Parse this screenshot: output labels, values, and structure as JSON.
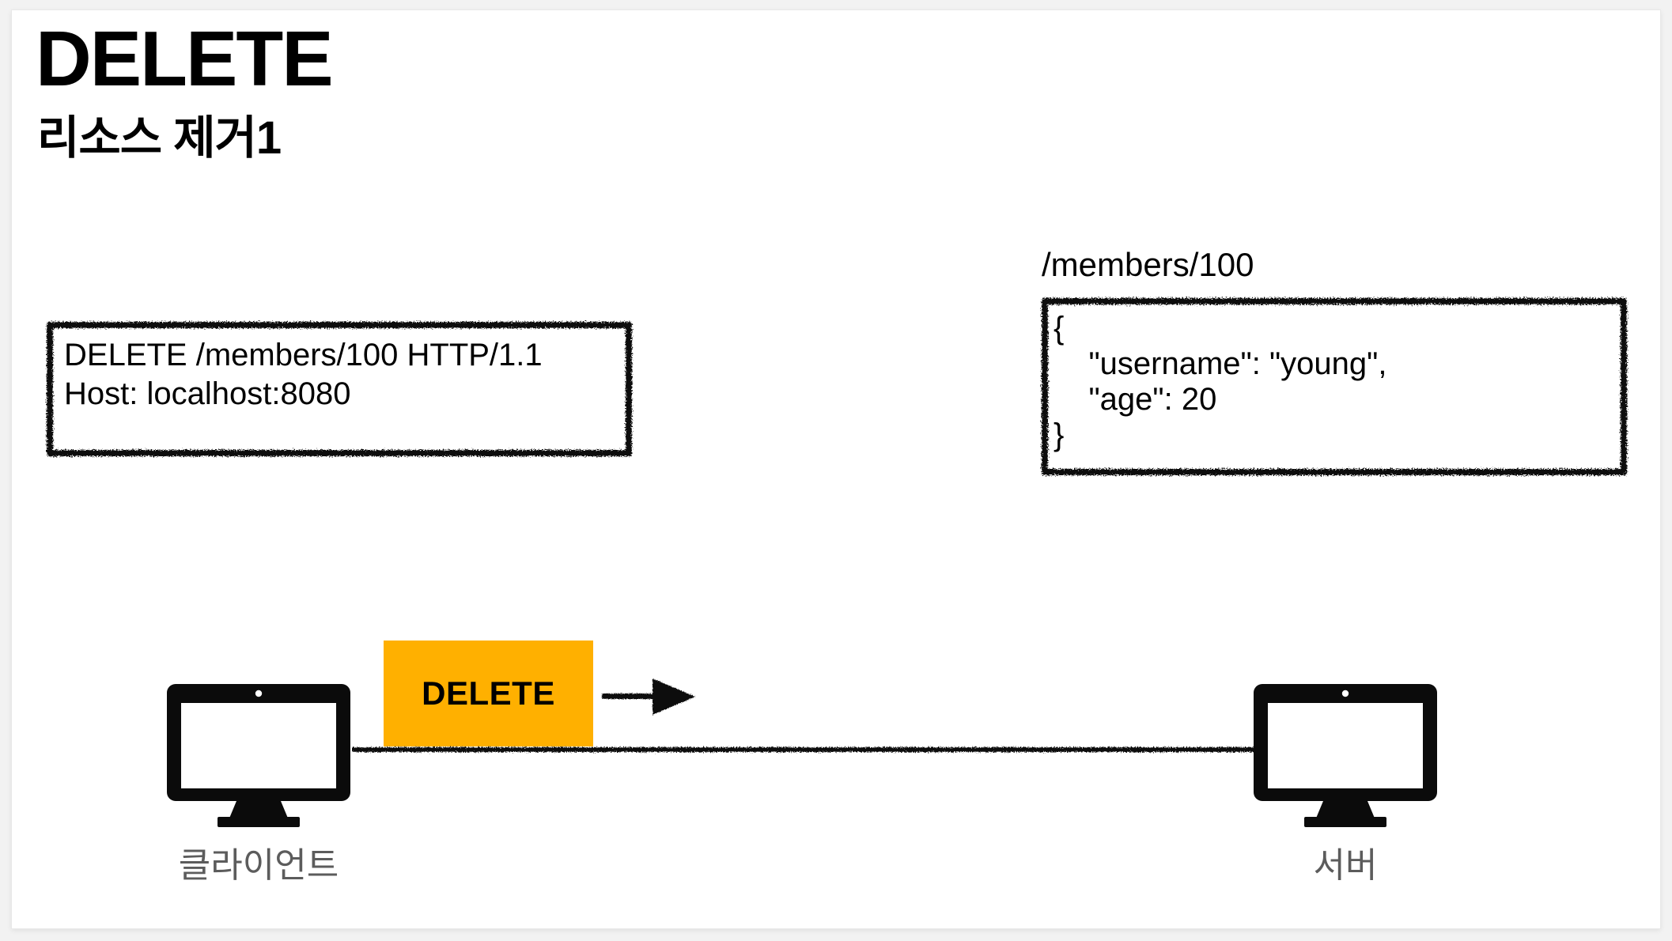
{
  "slide": {
    "title": "DELETE",
    "subtitle": "리소스 제거1",
    "background_color": "#f2f2f2",
    "card_color": "#ffffff"
  },
  "request_box": {
    "name": "http-request-message",
    "lines": [
      "DELETE /members/100 HTTP/1.1",
      "Host: localhost:8080"
    ],
    "text": "DELETE /members/100 HTTP/1.1\nHost: localhost:8080"
  },
  "resource": {
    "label": "/members/100",
    "lines": [
      "{",
      "    \"username\": \"young\",",
      "    \"age\": 20",
      "}"
    ],
    "text": "{\n    \"username\": \"young\",\n    \"age\": 20\n}",
    "fields": {
      "username": "young",
      "age": 20
    }
  },
  "method_chip": {
    "label": "DELETE",
    "fill_color": "#ffb000",
    "text_color": "#000000"
  },
  "nodes": {
    "client": {
      "label": "클라이언트",
      "icon": "monitor-icon"
    },
    "server": {
      "label": "서버",
      "icon": "monitor-icon"
    }
  },
  "arrow": {
    "name": "right-arrow-icon",
    "direction": "right",
    "color": "#111111"
  },
  "colors": {
    "accent_orange": "#ffb000",
    "label_gray": "#5c5c5c",
    "ink_black": "#000000",
    "page_gray": "#f2f2f2"
  }
}
